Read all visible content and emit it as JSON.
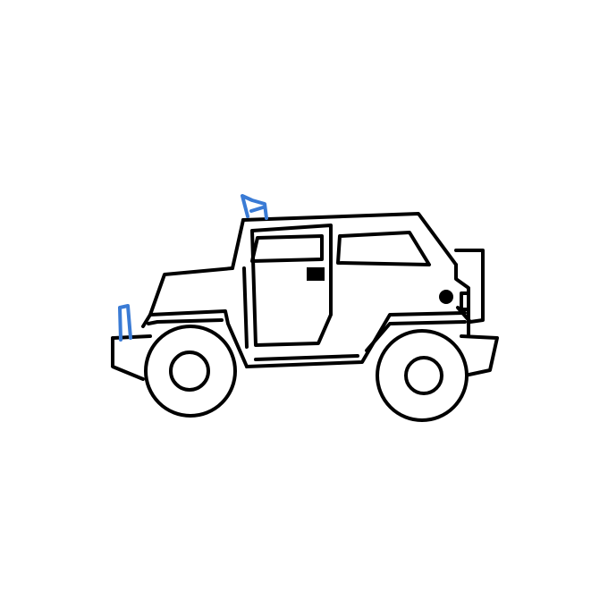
{
  "drawing": {
    "subject": "jeep",
    "colors": {
      "background": "#ffffff",
      "outline": "#000000",
      "highlight_strokes": "#3a7bd5"
    },
    "parts": [
      "body",
      "cabin",
      "door",
      "windows",
      "door-handle",
      "headlight",
      "spare-tire",
      "front-wheel",
      "rear-wheel",
      "bumper",
      "antenna",
      "roof-mark"
    ]
  }
}
